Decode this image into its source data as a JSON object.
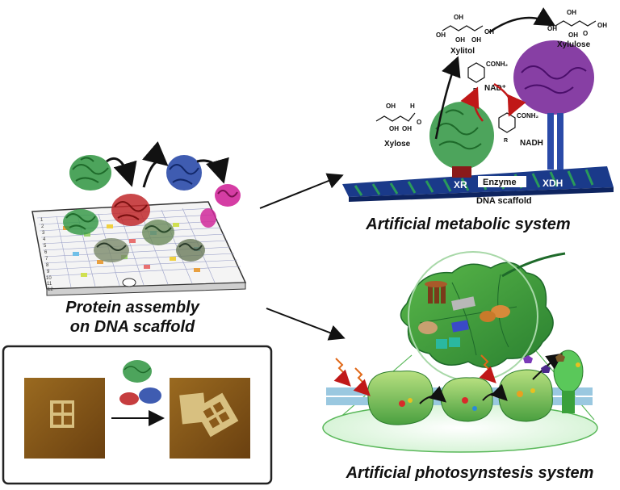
{
  "captions": {
    "left": [
      "Protein assembly",
      "on DNA scaffold"
    ],
    "metabolic": "Artificial metabolic system",
    "photosynthesis": "Artificial photosynstesis system"
  },
  "metabolic_labels": {
    "xylose": "Xylose",
    "xylitol": "Xylitol",
    "xylulose": "Xylulose",
    "nad_plus": "NAD⁺",
    "nadh": "NADH",
    "conh_top": "CONH₂",
    "conh_bottom": "CONH₂",
    "xr": "XR",
    "xdh": "XDH",
    "enzyme": "Enzyme",
    "dna_scaffold": "DNA scaffold",
    "oh": "OH",
    "o": "O",
    "h": "H",
    "r": "R"
  },
  "grid_rows": [
    "1",
    "2",
    "3",
    "4",
    "5",
    "6",
    "7",
    "8",
    "9",
    "10",
    "11",
    "12"
  ],
  "colors": {
    "protein_green": "#3a9a4a",
    "protein_red": "#c0282a",
    "protein_blue": "#2a4aa8",
    "protein_magenta": "#d0289a",
    "protein_purple": "#7a2a9a",
    "scaffold_blue": "#1a3a8a",
    "scaffold_green": "#2a9a5a",
    "afm_brown": "#8a5a1a",
    "leaf_green": "#3aa03a",
    "arrow_red": "#c01818"
  }
}
